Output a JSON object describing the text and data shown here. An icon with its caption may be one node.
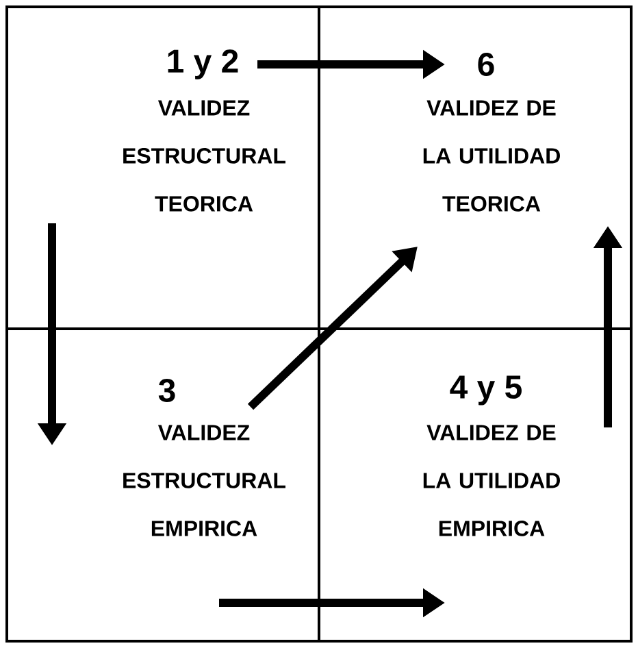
{
  "diagram": {
    "nodes": [
      {
        "text": [
          "1 y 2",
          "VALIDEZ ESTRUCTURAL TEORICA"
        ]
      },
      {
        "text": [
          "6",
          "VALIDEZ DE LA UTILIDAD TEORICA"
        ]
      },
      {
        "text": [
          "3",
          "VALIDEZ ESTRUCTURAL EMPIRICA"
        ]
      },
      {
        "text": [
          "4 y 5",
          "VALIDEZ DE LA UTILIDAD EMPIRICA"
        ]
      }
    ],
    "edges": [
      {
        "from": 0,
        "to": 1,
        "arrow": "to"
      },
      {
        "from": 0,
        "to": 2,
        "arrow": "to"
      },
      {
        "from": 2,
        "to": 1,
        "arrow": "to"
      },
      {
        "from": 2,
        "to": 3,
        "arrow": "to"
      },
      {
        "from": 3,
        "to": 1,
        "arrow": "to"
      }
    ]
  }
}
